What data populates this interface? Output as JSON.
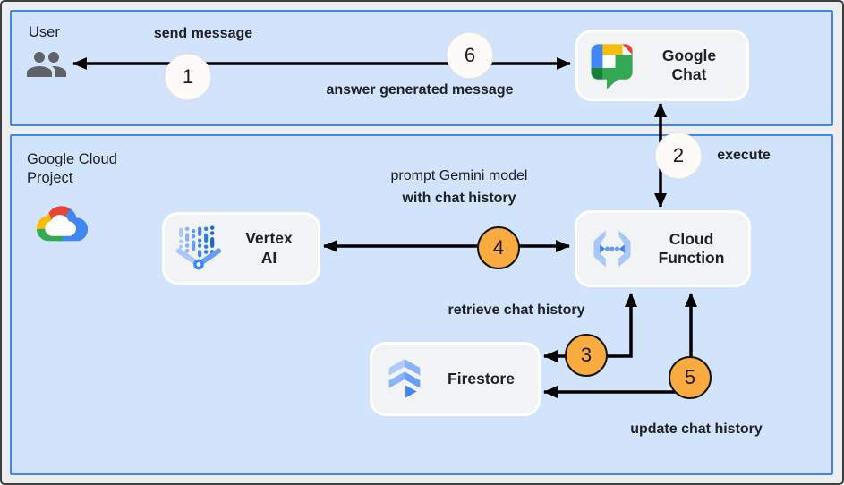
{
  "zones": {
    "user": {
      "label": "User"
    },
    "gcp": {
      "line1": "Google Cloud",
      "line2": "Project"
    }
  },
  "nodes": {
    "google_chat": {
      "line1": "Google",
      "line2": "Chat",
      "icon": "google-chat-icon"
    },
    "vertex_ai": {
      "line1": "Vertex",
      "line2": "AI",
      "icon": "vertex-ai-icon"
    },
    "cloud_function": {
      "line1": "Cloud",
      "line2": "Function",
      "icon": "cloud-function-icon"
    },
    "firestore": {
      "label": "Firestore",
      "icon": "firestore-icon"
    }
  },
  "steps": [
    {
      "number": "1",
      "style": "light"
    },
    {
      "number": "2",
      "style": "light"
    },
    {
      "number": "3",
      "style": "orange"
    },
    {
      "number": "4",
      "style": "orange"
    },
    {
      "number": "5",
      "style": "orange"
    },
    {
      "number": "6",
      "style": "light"
    }
  ],
  "edge_labels": {
    "send_message": "send message",
    "answer": "answer generated message",
    "execute": "execute",
    "prompt_line1": "prompt Gemini model",
    "prompt_line2": "with chat history",
    "retrieve": "retrieve chat history",
    "update": "update chat history"
  },
  "colors": {
    "zone_fill": "#d2e3fc",
    "zone_border": "#4285f4",
    "node_fill": "#f1f3f4",
    "node_border": "#ffffff",
    "arrow": "#000000",
    "step_light_fill": "#fdfbf7",
    "step_orange_fill": "#f9ab40",
    "text": "#202124"
  }
}
